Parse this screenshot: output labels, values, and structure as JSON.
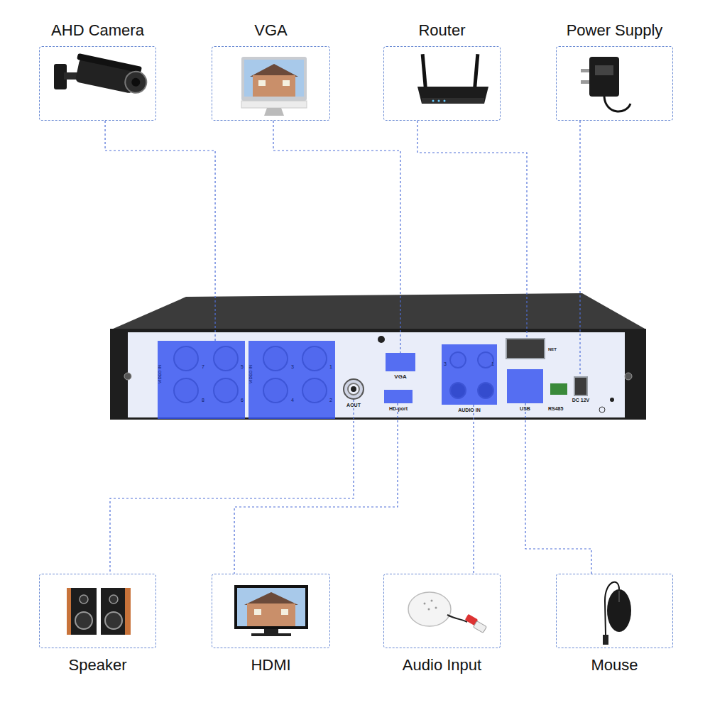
{
  "diagram": {
    "nodes": [
      {
        "text": [
          "AHD Camera"
        ]
      },
      {
        "text": [
          "VGA"
        ]
      },
      {
        "text": [
          "Router"
        ]
      },
      {
        "text": [
          "Power Supply"
        ]
      },
      {
        "text": [
          "VIDEO IN",
          "7",
          "5",
          "8",
          "6"
        ]
      },
      {
        "text": [
          "VIDEO IN",
          "3",
          "1",
          "4",
          "2"
        ]
      },
      {
        "text": [
          "VGA"
        ]
      },
      {
        "text": [
          "AOUT"
        ]
      },
      {
        "text": [
          "HD-port"
        ]
      },
      {
        "text": [
          "AUDIO IN",
          "3",
          "1"
        ]
      },
      {
        "text": [
          "NET"
        ]
      },
      {
        "text": [
          "USB"
        ]
      },
      {
        "text": [
          "DC 12V"
        ]
      },
      {
        "text": [
          "Speaker"
        ]
      },
      {
        "text": [
          "HDMI"
        ]
      },
      {
        "text": [
          "Audio Input"
        ]
      },
      {
        "text": [
          "Mouse"
        ]
      }
    ],
    "edges": [
      {
        "from": 0,
        "to": 4,
        "arrow": "none"
      },
      {
        "from": 1,
        "to": 6,
        "arrow": "none"
      },
      {
        "from": 2,
        "to": 10,
        "arrow": "none"
      },
      {
        "from": 3,
        "to": 12,
        "arrow": "none"
      },
      {
        "from": 7,
        "to": 13,
        "arrow": "none"
      },
      {
        "from": 8,
        "to": 14,
        "arrow": "none"
      },
      {
        "from": 9,
        "to": 15,
        "arrow": "none"
      },
      {
        "from": 11,
        "to": 16,
        "arrow": "none"
      }
    ],
    "labels": [
      "RS485"
    ]
  }
}
